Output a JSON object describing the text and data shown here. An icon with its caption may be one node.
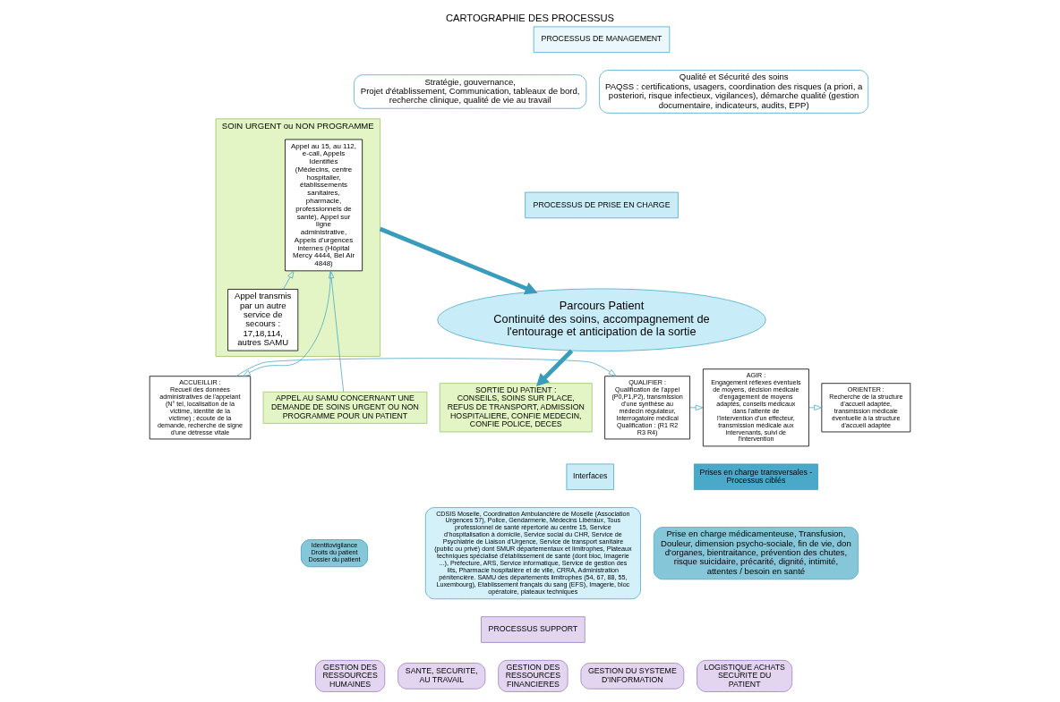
{
  "diagram": {
    "title": "CARTOGRAPHIE DES PROCESSUS",
    "nodes": [
      {
        "text": [
          "APPEL AU SAMU CONCERNANT UNE DEMANDE DE SOINS URGENT OU NON PROGRAMME POUR UN PATIENT"
        ]
      },
      {
        "text": [
          "SORTIE DU PATIENT :",
          "CONSEILS, SOINS SUR PLACE, REFUS DE TRANSPORT, ADMISSION HOSPITALIERE, CONFIE MEDECIN, CONFIE POLICE, DECES"
        ]
      },
      {
        "text": [
          "PROCESSUS DE MANAGEMENT"
        ]
      },
      {
        "text": [
          "Stratégie, gouvernance,",
          "Projet d'établissement, Communication, tableaux de bord, recherche clinique, qualité de vie au travail"
        ]
      },
      {
        "text": [
          "Qualité et Sécurité des soins",
          "PAQSS : certifications, usagers, coordination des risques (a priori, a posteriori, risque infectieux, vigilances), démarche qualité (gestion documentaire, indicateurs, audits, EPP)"
        ]
      },
      {
        "text": [
          "SOIN URGENT ou NON PROGRAMME"
        ]
      },
      {
        "text": [
          "Appel au 15, au 112, e-call, Appels Identifiés (Médecins, centre hospitalier, établissements sanitaires, pharmacie, professionnels de santé), Appel sur ligne administrative, Appels d'urgences internes (Hôpital Mercy 4444, Bel Air 4848)"
        ],
        "in": 5
      },
      {
        "text": [
          "Appel transmis par un autre service de secours : 17,18,114, autres SAMU"
        ],
        "in": 5
      },
      {
        "text": [
          "PROCESSUS DE PRISE EN CHARGE"
        ]
      },
      {
        "text": [
          "Parcours Patient",
          "Continuité des soins, accompagnement de l'entourage et anticipation de la sortie"
        ]
      },
      {
        "text": [
          "ACCUEILLIR :",
          "Recueil des données administratives de l'appelant (N° tel, localisation de la victime, identité de la victime) ; écoute de la demande, recherche de signe d'une détresse vitale"
        ]
      },
      {
        "text": [
          "QUALIFIER :",
          "Qualification de l'appel (P0,P1,P2), transmission d'une synthèse au médecin régulateur, Interrogatoire médical",
          "Qualification : (R1 R2 R3 R4)"
        ]
      },
      {
        "text": [
          "AGIR :",
          "Engagement réflexes éventuels de moyens, décision médicale d'engagement de moyens adaptés, conseils médicaux dans l'attente de l'intervention d'un effecteur, transmission médicale aux intervenants, suivi de l'intervention"
        ]
      },
      {
        "text": [
          "ORIENTER :",
          "Recherche de la structure d'accueil adaptée, transmission médicale éventuelle à la structure d'accueil adaptée"
        ]
      },
      {
        "text": [
          "Identitovigilance Droits du patient Dossier du patient"
        ]
      },
      {
        "text": [
          "Interfaces"
        ]
      },
      {
        "text": [
          "CDSIS Moselle, Coordination Ambulancière de Moselle (Association Urgences 57), Police, Gendarmerie, Médecins Libéraux, Tous professionnel de santé répertorié au centre 15, Service d'hospitalisation à domicile, Service social du CHR, Service de Psychiatrie de Liaison d'Urgence, Service de transport sanitaire (public ou privé) dont SMUR départementaux et limitrophes, Plateaux techniques spécialisé d'établissement de santé (dont bloc, Imagerie ...), Préfecture, ARS, Service informatique, Service de gestion des lits, Pharmacie hospitalière et de ville, CRRA, Administration pénitencière. SAMU des départements limitrophes (54, 67, 88, 55, Luxembourg), Etablissement français du sang (EFS), Imagerie, bloc opératoire, plateaux techniques"
        ]
      },
      {
        "text": [
          "Prises en charge transversales - Processus ciblés"
        ]
      },
      {
        "text": [
          "Prise en charge médicamenteuse, Transfusion, Douleur, dimension psycho-sociale, fin de vie, don d'organes, bientraitance, prévention des chutes, risque suicidaire, précarité, dignité, intimité, attentes / besoin en santé"
        ]
      },
      {
        "text": [
          "PROCESSUS SUPPORT"
        ]
      },
      {
        "text": [
          "GESTION DES RESSOURCES HUMAINES"
        ]
      },
      {
        "text": [
          "SANTE, SECURITE, AU TRAVAIL"
        ]
      },
      {
        "text": [
          "GESTION DES RESSOURCES FINANCIERES"
        ]
      },
      {
        "text": [
          "GESTION DU SYSTEME D'INFORMATION"
        ]
      },
      {
        "text": [
          "LOGISTIQUE ACHATS SECURITE DU PATIENT"
        ]
      }
    ],
    "edges": [
      {
        "from": 5,
        "to": 9,
        "arrow": "to",
        "style": "thick",
        "color": "#3a9cbc"
      },
      {
        "from": 9,
        "to": 1,
        "arrow": "to",
        "style": "thick",
        "color": "#3a9cbc"
      },
      {
        "from": 0,
        "to": 6,
        "arrow": "to"
      },
      {
        "from": 7,
        "to": 6,
        "arrow": "to"
      },
      {
        "from": 6,
        "to": 10,
        "arrow": "to"
      },
      {
        "from": 10,
        "to": 11,
        "arrow": "to"
      },
      {
        "from": 11,
        "to": 12,
        "arrow": "to"
      },
      {
        "from": 12,
        "to": 13,
        "arrow": "to"
      }
    ]
  }
}
